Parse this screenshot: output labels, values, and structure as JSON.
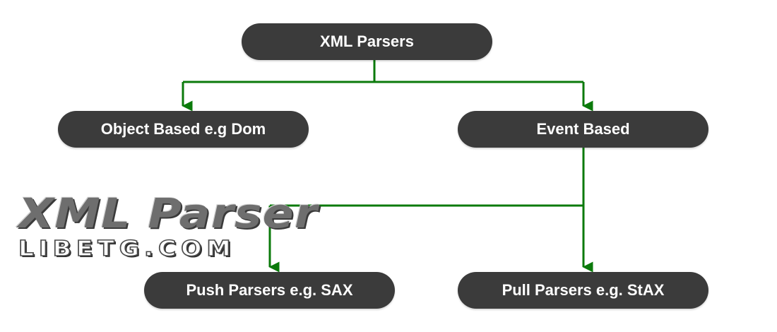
{
  "diagram": {
    "nodes": {
      "root": "XML Parsers",
      "object_based": "Object Based e.g Dom",
      "event_based": "Event Based",
      "push_parsers": "Push Parsers e.g. SAX",
      "pull_parsers": "Pull Parsers e.g. StAX"
    },
    "edges": [
      {
        "from": "root",
        "to": "object_based"
      },
      {
        "from": "root",
        "to": "event_based"
      },
      {
        "from": "event_based",
        "to": "push_parsers"
      },
      {
        "from": "event_based",
        "to": "pull_parsers"
      }
    ],
    "connector_color": "#0b7a0b",
    "node_color": "#3b3b3b"
  },
  "watermark": {
    "title": "XML Parser",
    "subtitle": "LIBETG.COM"
  }
}
